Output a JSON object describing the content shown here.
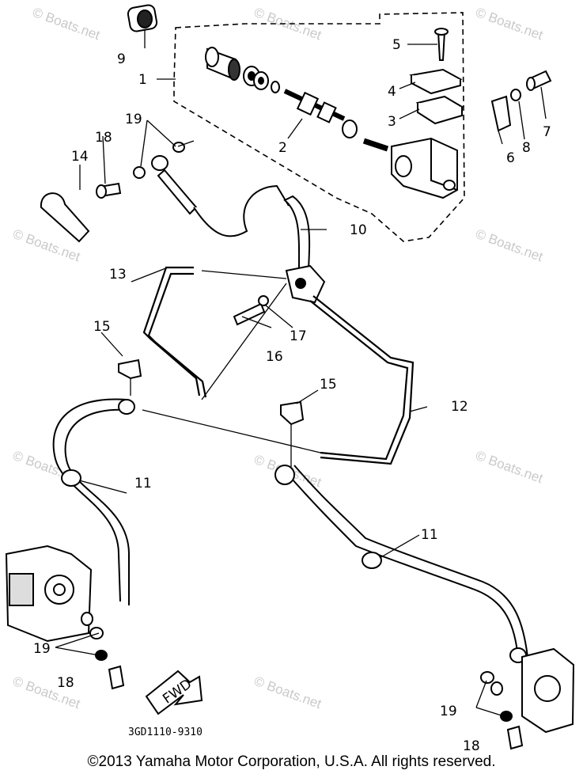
{
  "diagram": {
    "part_code": "3GD1110-9310",
    "fwd_label": "FWD",
    "watermark": "© Boats.net",
    "callouts": {
      "c1": "1",
      "c2": "2",
      "c3": "3",
      "c4": "4",
      "c5": "5",
      "c6": "6",
      "c7": "7",
      "c8": "8",
      "c9": "9",
      "c10": "10",
      "c11a": "11",
      "c11b": "11",
      "c12": "12",
      "c13": "13",
      "c14": "14",
      "c15a": "15",
      "c15b": "15",
      "c16": "16",
      "c17": "17",
      "c18a": "18",
      "c18b": "18",
      "c18c": "18",
      "c19a": "19",
      "c19b": "19",
      "c19c": "19"
    }
  },
  "footer": {
    "copyright": "©2013 Yamaha Motor Corporation, U.S.A. All rights reserved."
  }
}
